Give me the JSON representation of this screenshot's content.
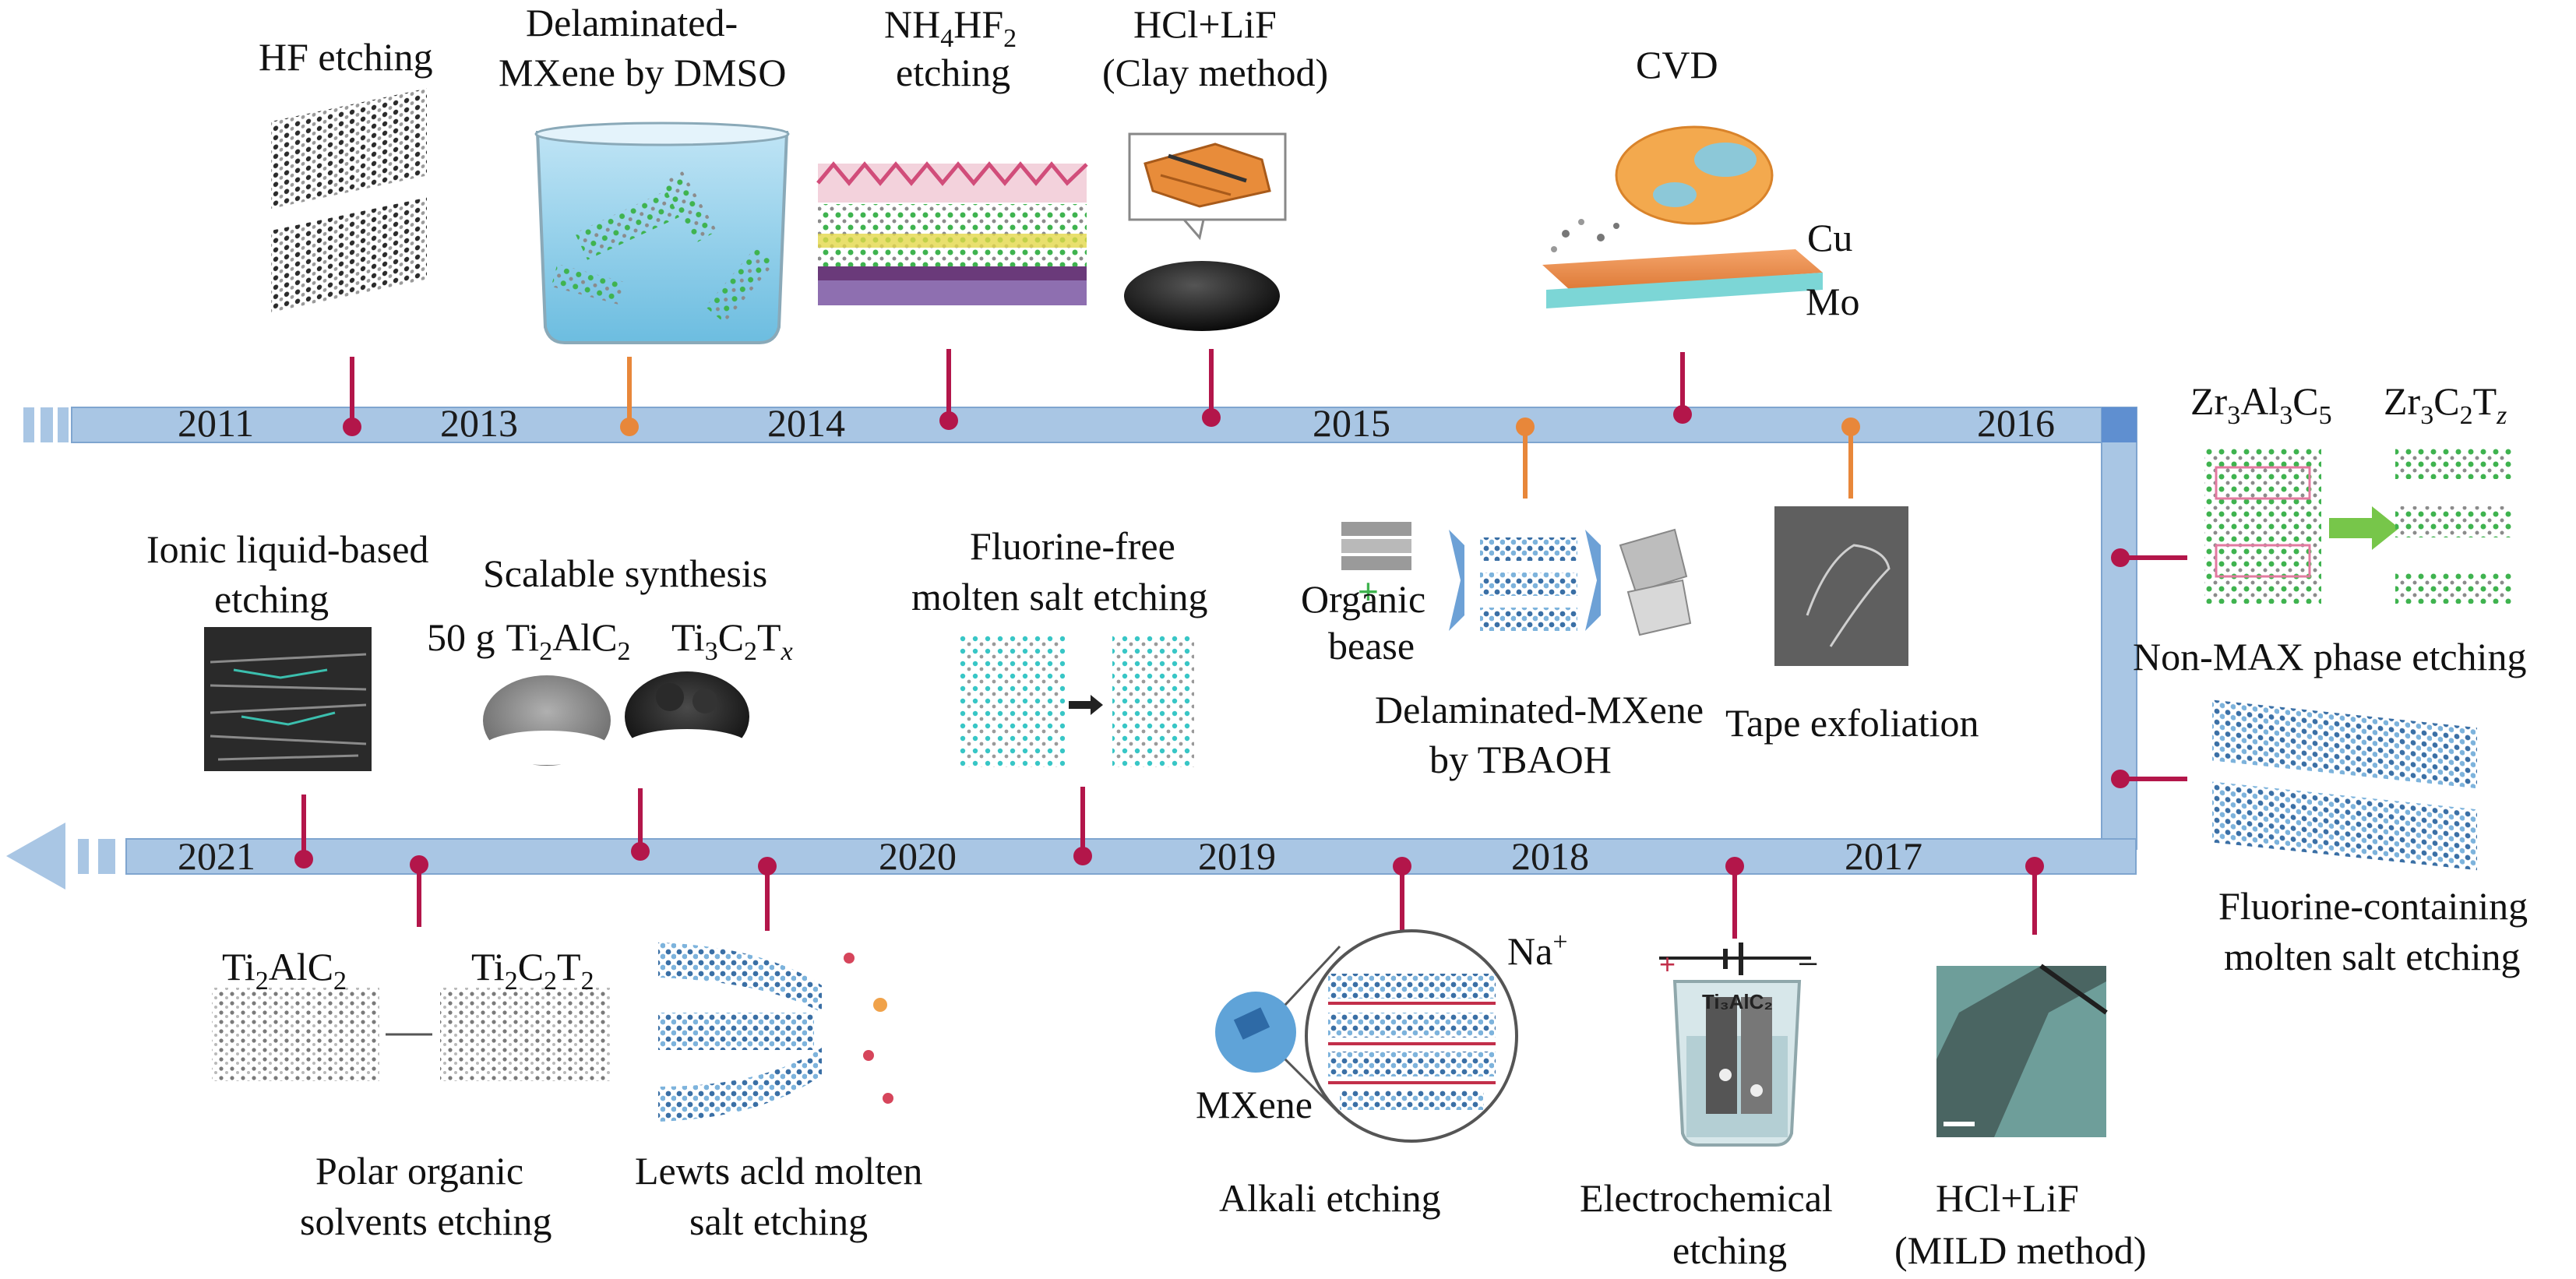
{
  "colors": {
    "band": "#a9c6e4",
    "band_edge": "#7fa5cf",
    "corner": "#5f8fd0",
    "pin_red": "#b3164a",
    "pin_orange": "#e8873a"
  },
  "years_top": [
    "2011",
    "2013",
    "2014",
    "2015",
    "2016"
  ],
  "years_bottom": [
    "2021",
    "2020",
    "2019",
    "2018",
    "2017"
  ],
  "labels": {
    "hf": "HF etching",
    "dmso_1": "Delaminated-",
    "dmso_2": "MXene by DMSO",
    "nh4_base_a": "NH",
    "nh4_sub4": "4",
    "nh4_base_b": "HF",
    "nh4_sub2": "2",
    "nh4_2": "etching",
    "clay_1": "HCl+LiF",
    "clay_2": "(Clay method)",
    "cvd": "CVD",
    "cu": "Cu",
    "mo": "Mo",
    "zr_left": {
      "a": "Zr",
      "s1": "3",
      "b": "Al",
      "s2": "3",
      "c": "C",
      "s3": "5"
    },
    "zr_right": {
      "a": "Zr",
      "s1": "3",
      "b": "C",
      "s2": "2",
      "c": "T",
      "s3": "z"
    },
    "nonmax": "Non-MAX phase etching",
    "fcms_1": "Fluorine-containing",
    "fcms_2": "molten salt etching",
    "tape": "Tape exfoliation",
    "organic_1": "Organic",
    "organic_2": "bease",
    "tbaoh_1": "Delaminated-MXene",
    "tbaoh_2": "by TBAOH",
    "ffree_1": "Fluorine-free",
    "ffree_2": "molten salt etching",
    "ionic_1": "Ionic liquid-based",
    "ionic_2": "etching",
    "scal": "Scalable synthesis",
    "scal_mass": "50 g",
    "scal_a": {
      "a": "Ti",
      "s1": "2",
      "b": "AlC",
      "s2": "2"
    },
    "scal_b": {
      "a": "Ti",
      "s1": "3",
      "b": "C",
      "s2": "2",
      "c": "T",
      "s3": "x"
    },
    "polar_a": {
      "a": "Ti",
      "s1": "2",
      "b": "AlC",
      "s2": "2"
    },
    "polar_b": {
      "a": "Ti",
      "s1": "2",
      "b": "C",
      "s2": "2",
      "c": "T",
      "s3": "2"
    },
    "polar_1": "Polar organic",
    "polar_2": "solvents etching",
    "lewis_1": "Lewts acld molten",
    "lewis_2": "salt etching",
    "alkali": "Alkali etching",
    "mxene": "MXene",
    "na_a": "Na",
    "na_sup": "+",
    "echem_1": "Electrochemical",
    "echem_2": "etching",
    "echem_beaker": "Ti₃AlC₂",
    "mild_1": "HCl+LiF",
    "mild_2": "(MILD method)"
  }
}
